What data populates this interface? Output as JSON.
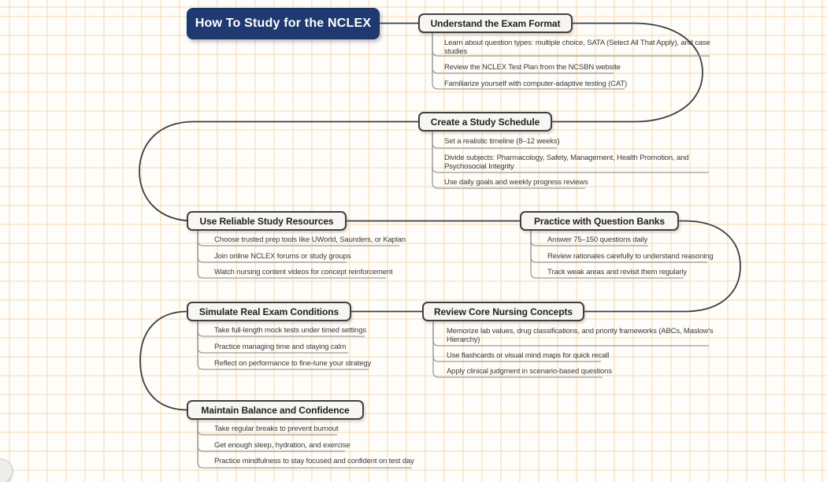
{
  "colors": {
    "background": "#fffdf9",
    "grid_line": "#f8e0c4",
    "main_node_bg": "#1f3a70",
    "main_node_text": "#ffffff",
    "branch_node_bg": "#f7f6f3",
    "branch_node_border": "#404040",
    "connector": "#3d3d3d",
    "child_line": "#9b9b9b",
    "child_text": "#3a3a3a"
  },
  "root": {
    "title": "How To Study for the NCLEX"
  },
  "branches": [
    {
      "title": "Understand the Exam Format",
      "items": [
        "Learn about question types: multiple choice, SATA (Select All That Apply), and case studies",
        "Review the NCLEX Test Plan from the NCSBN website",
        "Familiarize yourself with computer-adaptive testing (CAT)"
      ]
    },
    {
      "title": "Create a Study Schedule",
      "items": [
        "Set a realistic timeline (8–12 weeks)",
        "Divide subjects: Pharmacology, Safety, Management, Health Promotion, and Psychosocial Integrity",
        "Use daily goals and weekly progress reviews"
      ]
    },
    {
      "title": "Use Reliable Study Resources",
      "items": [
        "Choose trusted prep tools like UWorld, Saunders, or Kaplan",
        "Join online NCLEX forums or study groups",
        "Watch nursing content videos for concept reinforcement"
      ]
    },
    {
      "title": "Practice with Question Banks",
      "items": [
        "Answer 75–150 questions daily",
        "Review rationales carefully to understand reasoning",
        "Track weak areas and revisit them regularly"
      ]
    },
    {
      "title": "Simulate Real Exam Conditions",
      "items": [
        "Take full-length mock tests under timed settings",
        "Practice managing time and staying calm",
        "Reflect on performance to fine-tune your strategy"
      ]
    },
    {
      "title": "Review Core Nursing Concepts",
      "items": [
        "Memorize lab values, drug classifications, and priority frameworks (ABCs, Maslow's Hierarchy)",
        "Use flashcards or visual mind maps for quick recall",
        "Apply clinical judgment in scenario-based questions"
      ]
    },
    {
      "title": "Maintain Balance and Confidence",
      "items": [
        "Take regular breaks to prevent burnout",
        "Get enough sleep, hydration, and exercise",
        "Practice mindfulness to stay focused and confident on test day"
      ]
    }
  ]
}
